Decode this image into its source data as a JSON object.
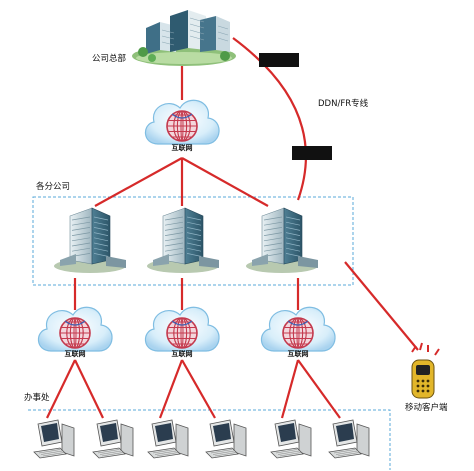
{
  "headquarters": {
    "label": "公司总部"
  },
  "link": {
    "label": "DDN/FR专线"
  },
  "clouds": {
    "hq_label": "互联网",
    "branch_labels": [
      "互联网",
      "互联网",
      "互联网"
    ]
  },
  "branches": {
    "label": "各分公司",
    "count": 3
  },
  "offices": {
    "label": "办事处",
    "count": 6
  },
  "mobile": {
    "label": "移动客户端"
  },
  "colors": {
    "connection": "#d62a2a",
    "dashed_box": "#5aaad8",
    "cloud_fill": "#c9e6f7",
    "globe": "#c43a4e",
    "firewall": "#111111"
  }
}
